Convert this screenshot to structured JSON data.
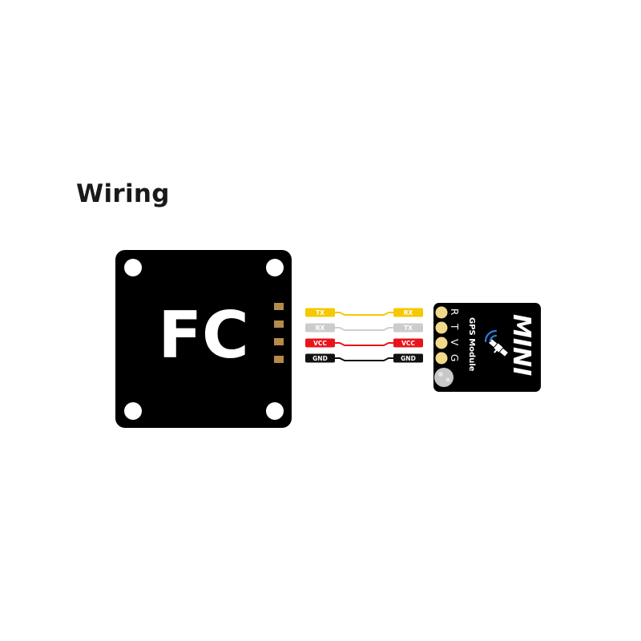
{
  "heading": "Wiring",
  "fc": {
    "label": "FC",
    "board_color": "#000000",
    "pad_color": "#b58a4a"
  },
  "wires": [
    {
      "fc_label": "TX",
      "gps_label": "RX",
      "tag_color": "#f5c800",
      "tag_text_color": "#ffffff",
      "wire_color": "#f5c800"
    },
    {
      "fc_label": "RX",
      "gps_label": "TX",
      "tag_color": "#cccccc",
      "tag_text_color": "#ffffff",
      "wire_color": "#d0d0d0"
    },
    {
      "fc_label": "VCC",
      "gps_label": "VCC",
      "tag_color": "#e8141c",
      "tag_text_color": "#ffffff",
      "wire_color": "#e8141c"
    },
    {
      "fc_label": "GND",
      "gps_label": "GND",
      "tag_color": "#111111",
      "tag_text_color": "#ffffff",
      "wire_color": "#111111"
    }
  ],
  "gps": {
    "pins": [
      "R",
      "T",
      "V",
      "G"
    ],
    "subtitle": "GPS  Module",
    "title": "MINI",
    "pin_color": "#f1d98a",
    "signal_color": "#2a7fd4"
  }
}
